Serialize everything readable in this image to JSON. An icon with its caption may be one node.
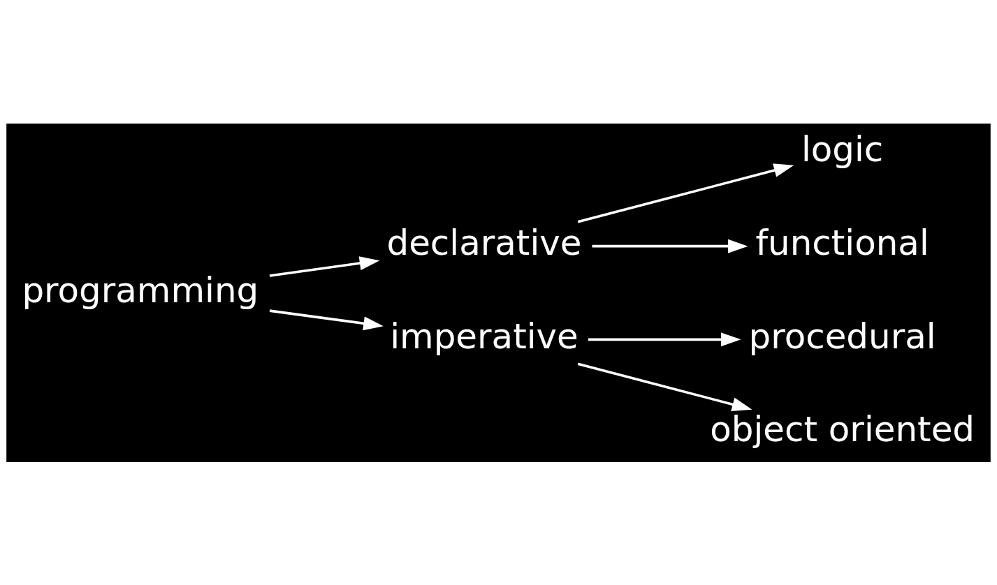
{
  "diagram": {
    "nodes": [
      {
        "text": [
          "programming"
        ]
      },
      {
        "text": [
          "declarative"
        ]
      },
      {
        "text": [
          "imperative"
        ]
      },
      {
        "text": [
          "logic"
        ]
      },
      {
        "text": [
          "functional"
        ]
      },
      {
        "text": [
          "procedural"
        ]
      },
      {
        "text": [
          "object oriented"
        ]
      }
    ],
    "edges": [
      {
        "from": 0,
        "to": 1,
        "arrow": "to"
      },
      {
        "from": 0,
        "to": 2,
        "arrow": "to"
      },
      {
        "from": 1,
        "to": 3,
        "arrow": "to"
      },
      {
        "from": 1,
        "to": 4,
        "arrow": "to"
      },
      {
        "from": 2,
        "to": 5,
        "arrow": "to"
      },
      {
        "from": 2,
        "to": 6,
        "arrow": "to"
      }
    ]
  }
}
